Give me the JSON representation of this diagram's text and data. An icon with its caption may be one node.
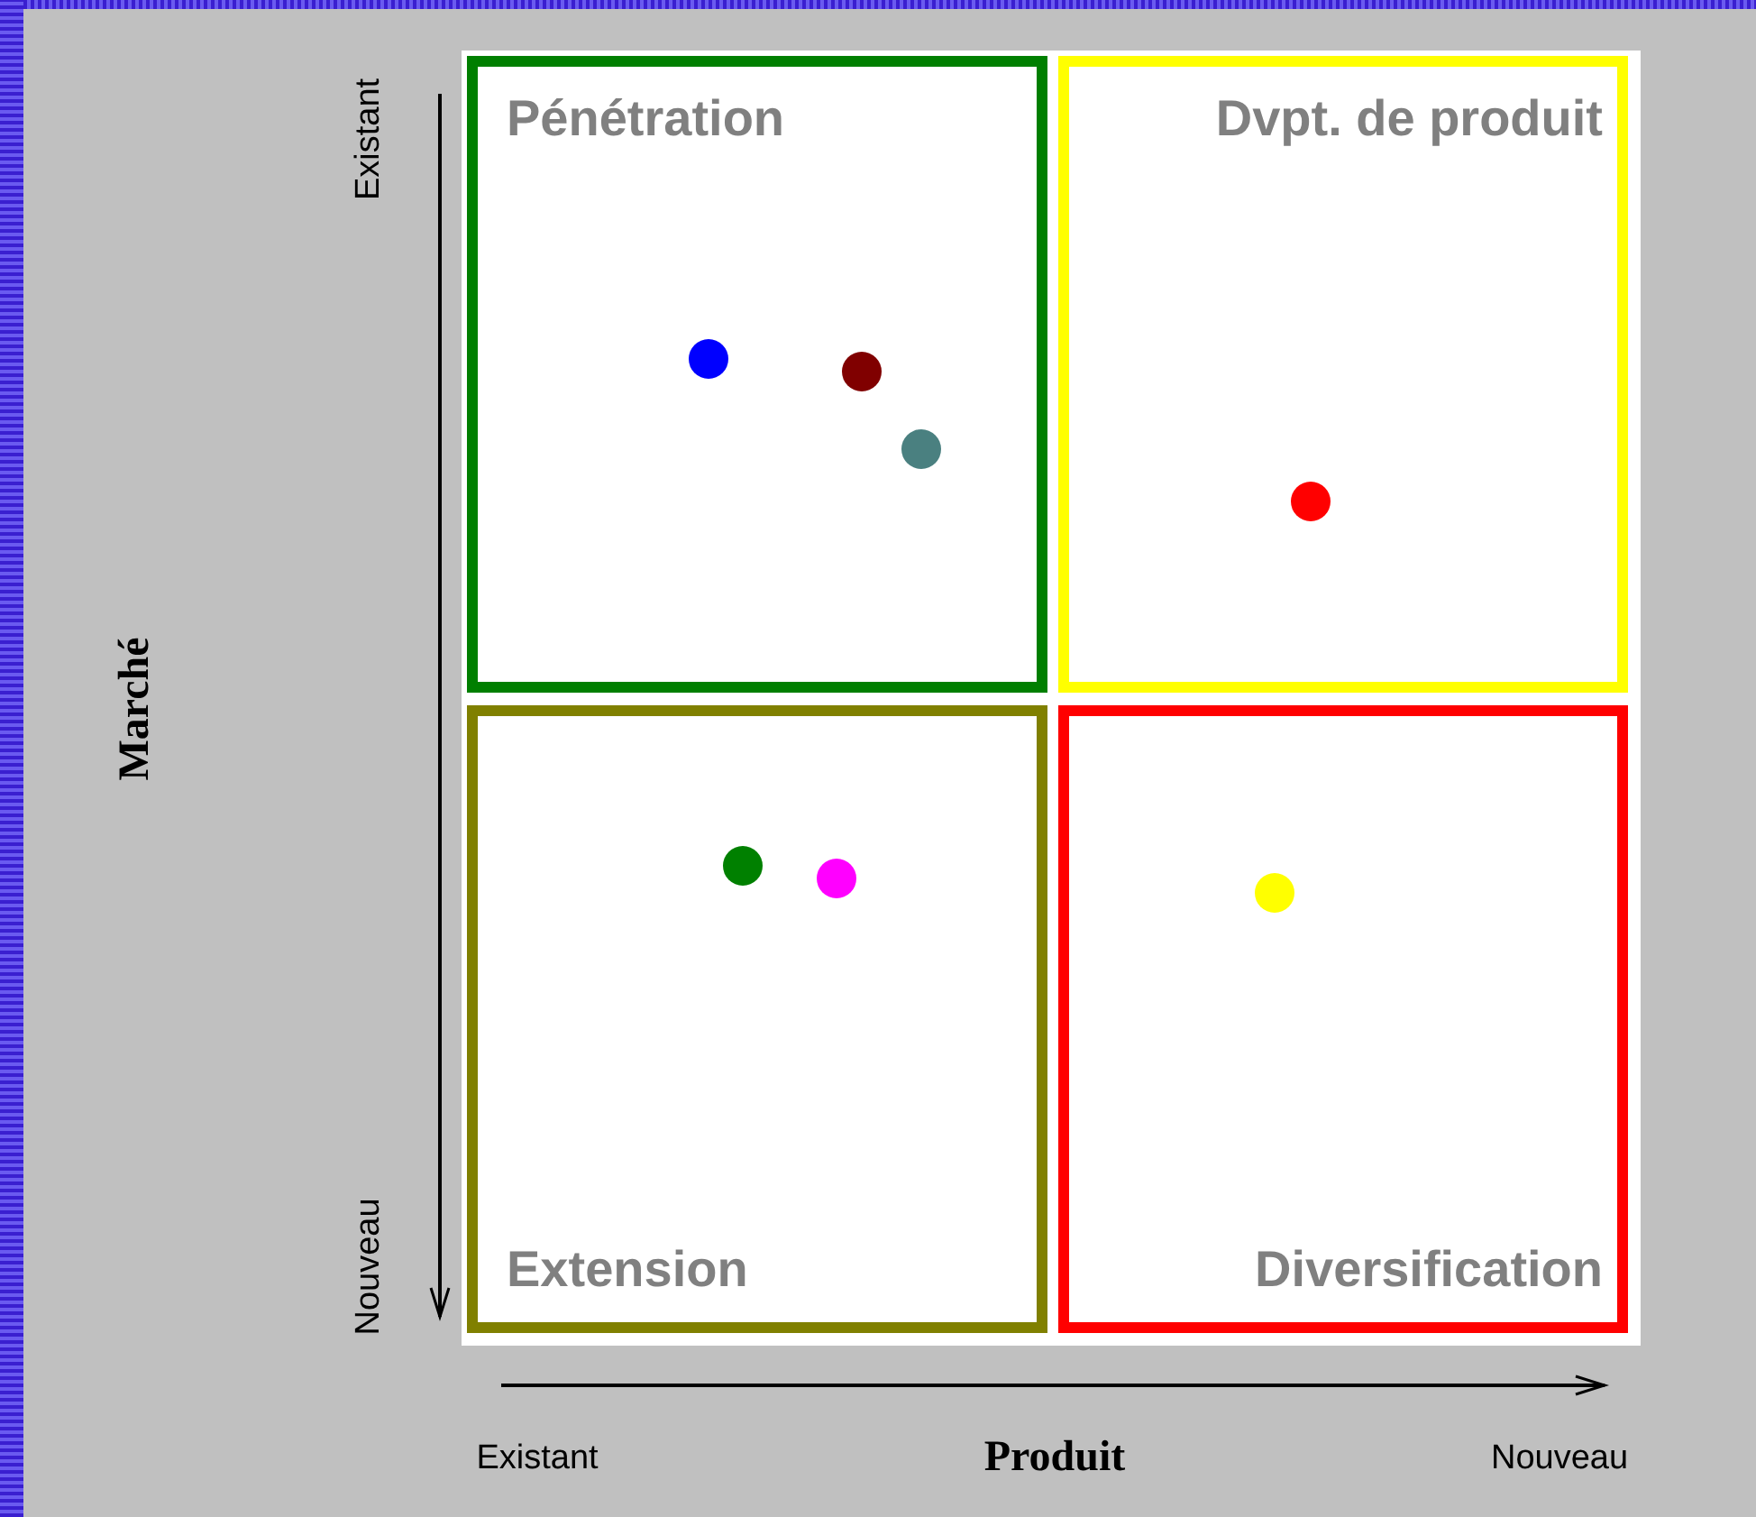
{
  "diagram": {
    "nodes": [
      {
        "text": [
          "Pénétration"
        ]
      },
      {
        "text": [
          "Dvpt. de produit"
        ]
      },
      {
        "text": [
          "Extension"
        ]
      },
      {
        "text": [
          "Diversification"
        ]
      },
      {
        "text": [],
        "shape": "circle",
        "in": 0
      },
      {
        "text": [],
        "shape": "circle",
        "in": 0
      },
      {
        "text": [],
        "shape": "circle",
        "in": 0
      },
      {
        "text": [],
        "shape": "circle",
        "in": 1
      },
      {
        "text": [],
        "shape": "circle",
        "in": 2
      },
      {
        "text": [],
        "shape": "circle",
        "in": 2
      },
      {
        "text": [],
        "shape": "circle",
        "in": 3
      }
    ],
    "labels": [
      "Existant",
      "Nouveau",
      "Marché",
      "Existant",
      "Produit",
      "Nouveau"
    ]
  }
}
